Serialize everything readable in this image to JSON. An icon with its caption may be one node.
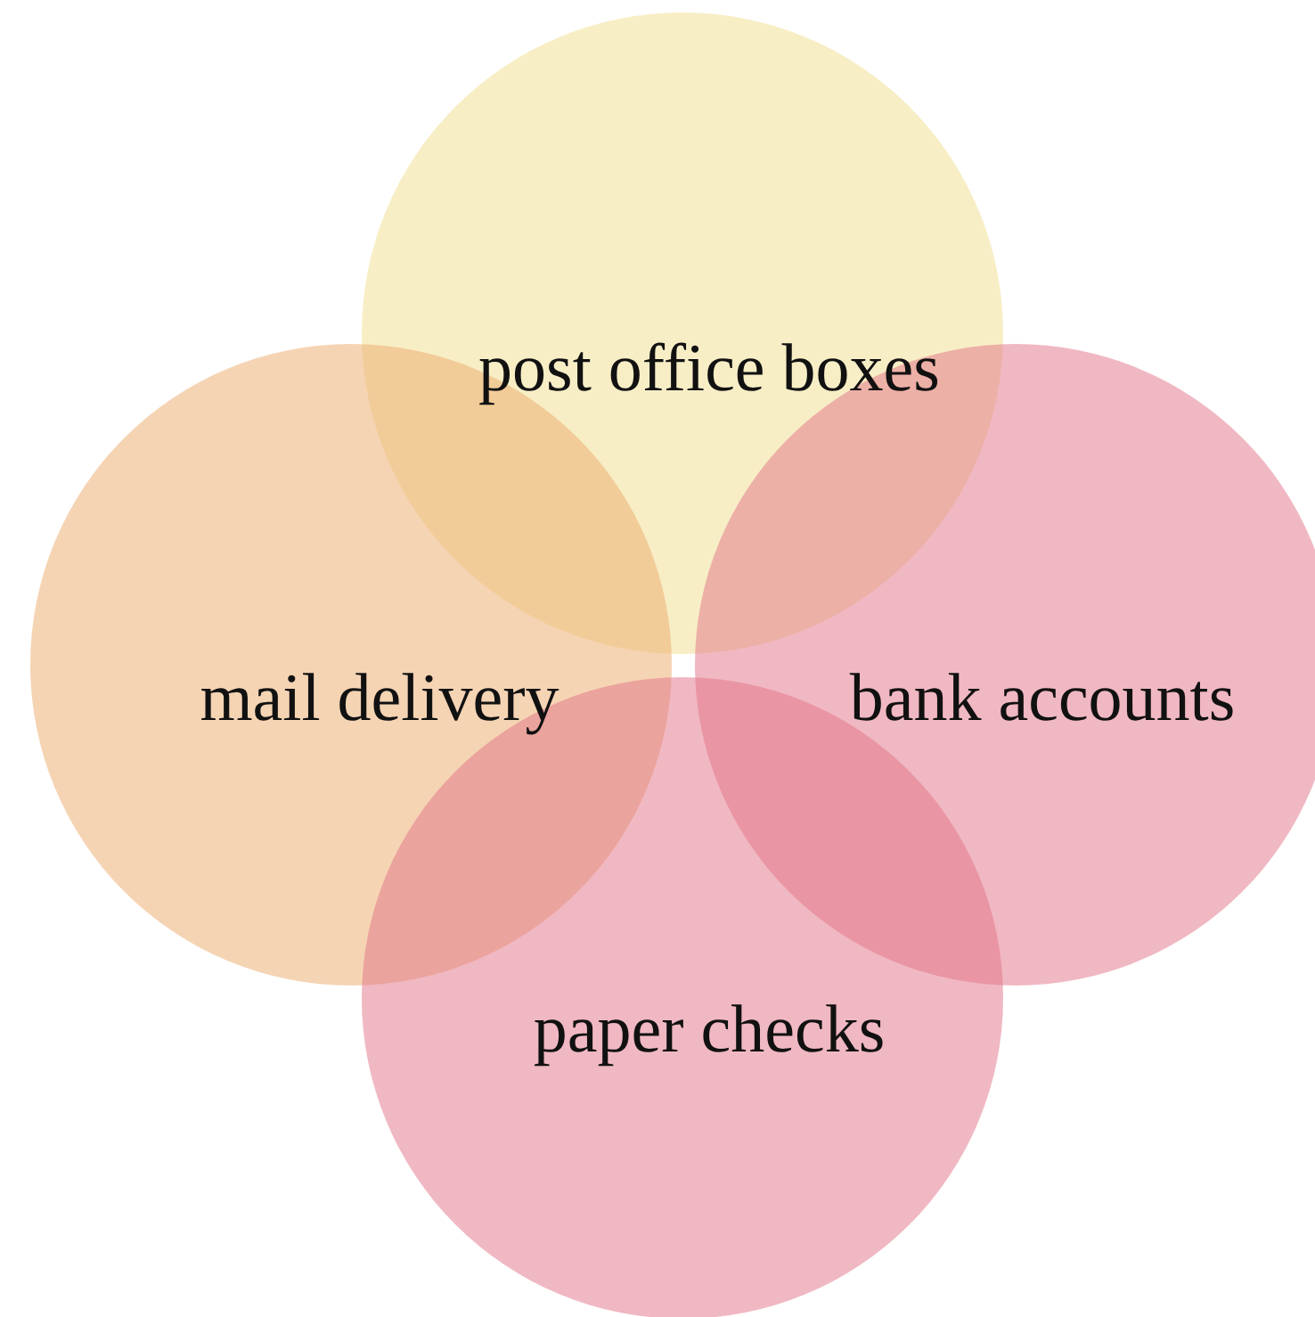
{
  "diagram": {
    "nodes": [
      {
        "text": [
          "post office boxes"
        ]
      },
      {
        "text": [
          "mail delivery"
        ]
      },
      {
        "text": [
          "bank accounts"
        ]
      },
      {
        "text": [
          "paper checks"
        ]
      }
    ]
  }
}
